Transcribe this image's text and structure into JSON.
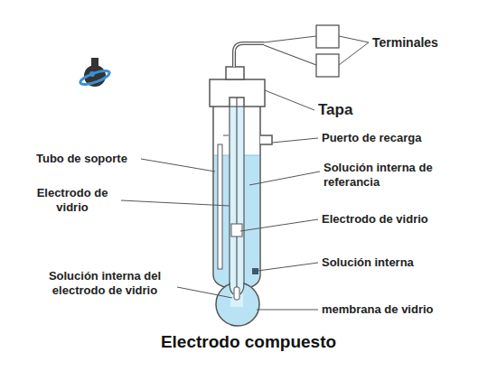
{
  "diagram": {
    "caption": "Electrodo compuesto",
    "labels": [
      "Terminales",
      "Tapa",
      "Puerto de recarga",
      "Tubo de soporte",
      "Solución interna de referancia",
      "Electrodo de vidrio",
      "Electrodo de vidrio",
      "Solución interna",
      "Solución interna del electrodo de vidrio",
      "membrana de vidrio"
    ]
  }
}
